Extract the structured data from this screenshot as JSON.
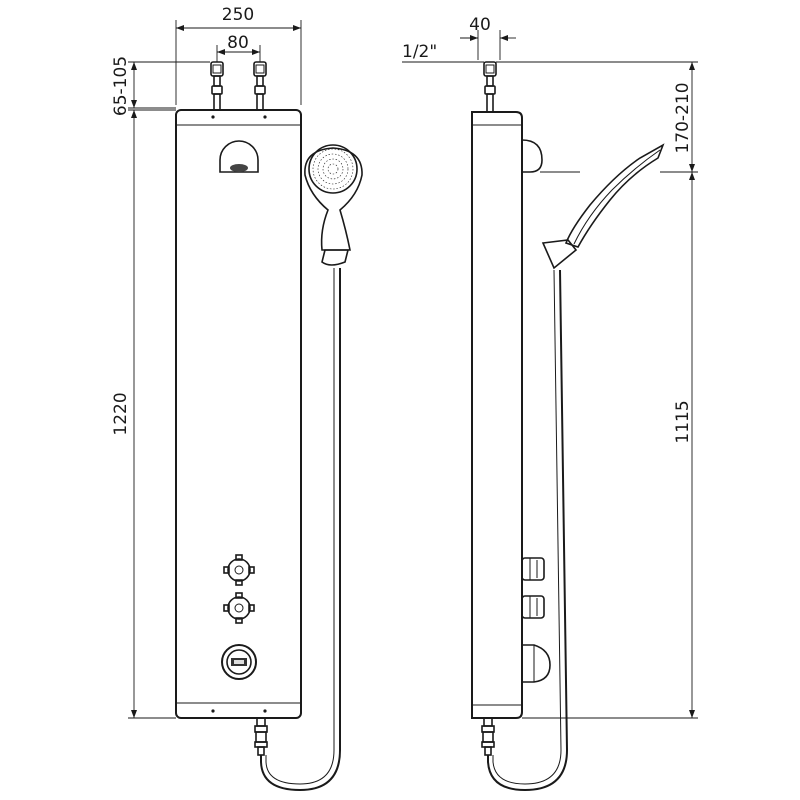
{
  "drawing": {
    "front_view": {
      "dim_width": "250",
      "dim_inlet_spacing": "80",
      "dim_inlet_height": "65-105",
      "dim_panel_height": "1220"
    },
    "side_view": {
      "dim_depth": "40",
      "dim_thread": "1/2\"",
      "dim_head_offset": "170-210",
      "dim_head_height": "1115"
    }
  }
}
